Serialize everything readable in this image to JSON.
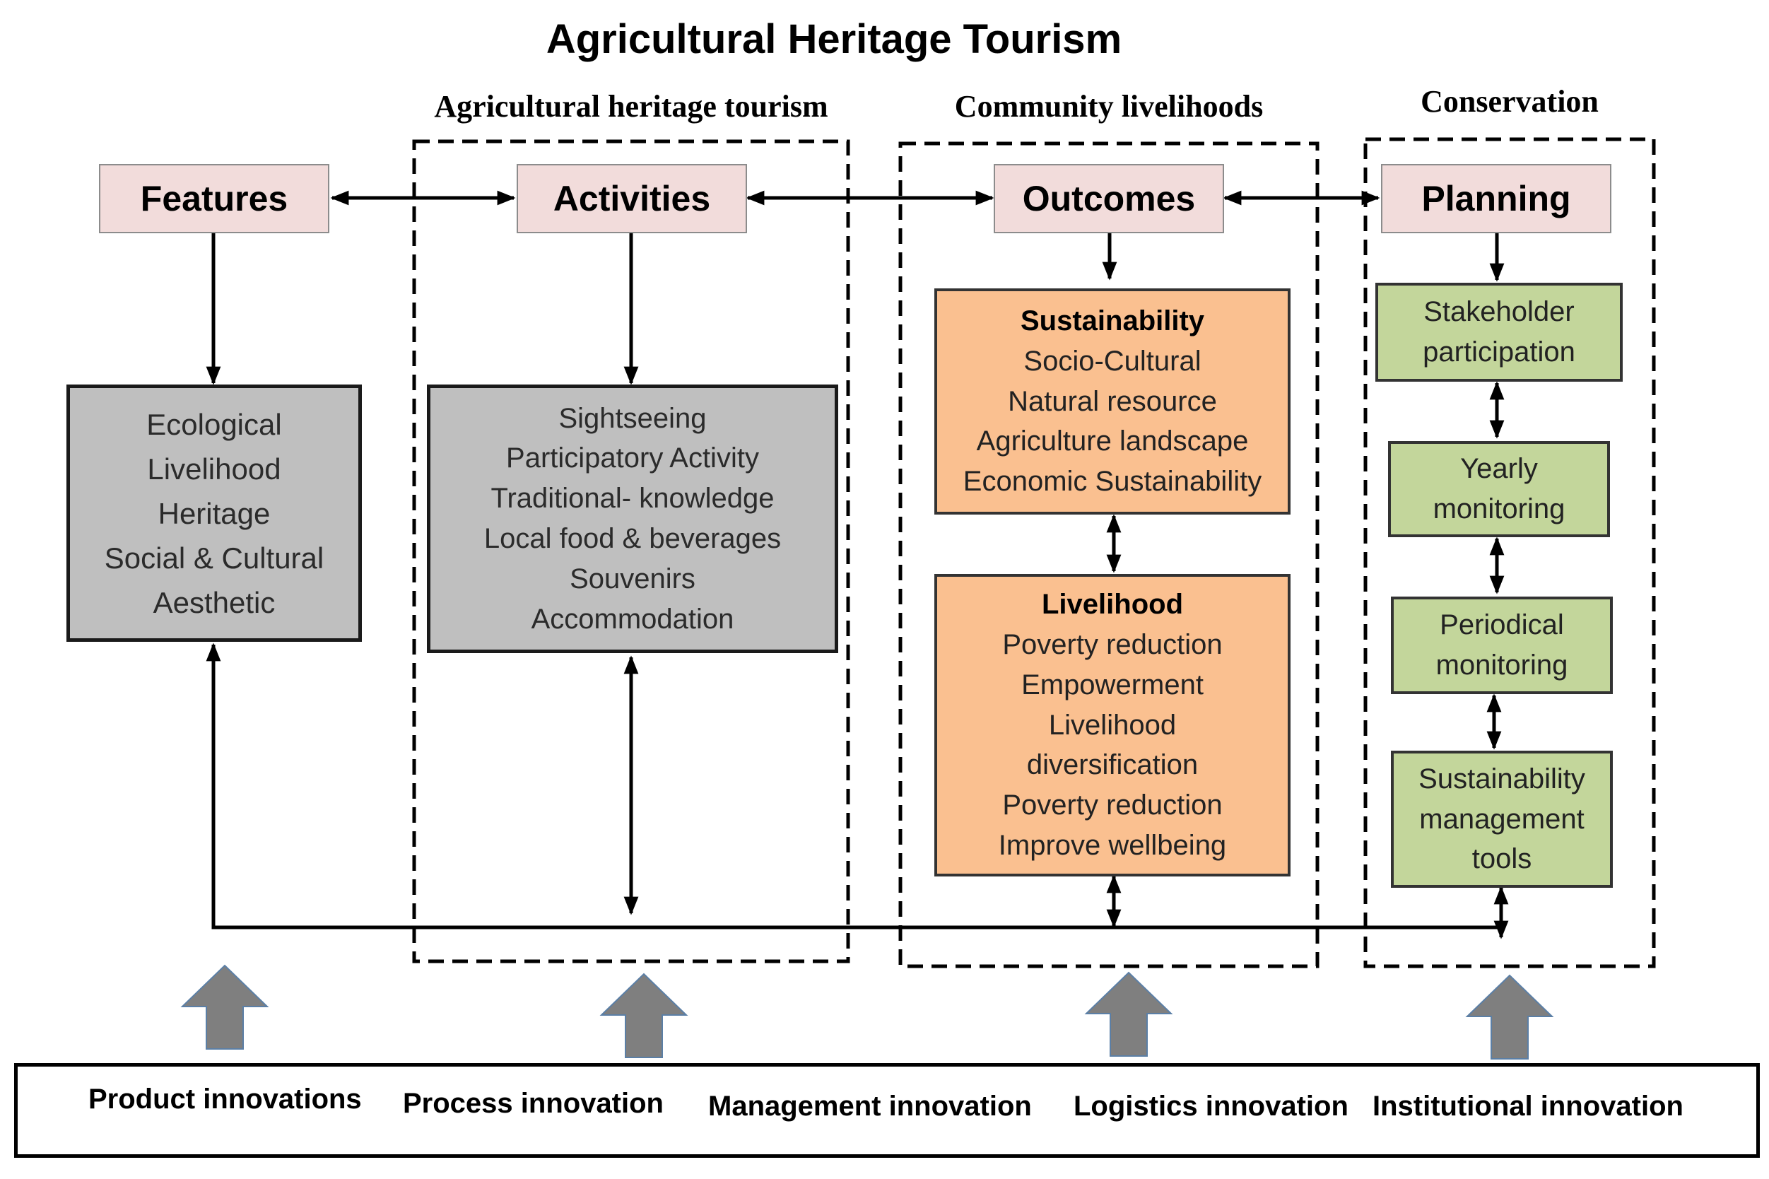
{
  "title": "Agricultural  Heritage Tourism",
  "groups": {
    "tourism": "Agricultural heritage tourism",
    "livelihoods": "Community livelihoods",
    "conservation": "Conservation"
  },
  "headers": {
    "features": "Features",
    "activities": "Activities",
    "outcomes": "Outcomes",
    "planning": "Planning"
  },
  "features_list": [
    "Ecological",
    "Livelihood",
    "Heritage",
    "Social & Cultural",
    "Aesthetic"
  ],
  "activities_list": [
    "Sightseeing",
    "Participatory Activity",
    "Traditional- knowledge",
    "Local food & beverages",
    "Souvenirs",
    "Accommodation"
  ],
  "sustainability": {
    "heading": "Sustainability",
    "items": [
      "Socio-Cultural",
      "Natural resource",
      "Agriculture landscape",
      "Economic Sustainability"
    ]
  },
  "livelihood": {
    "heading": "Livelihood",
    "items": [
      "Poverty reduction",
      "Empowerment",
      "Livelihood",
      "diversification",
      "Poverty reduction",
      "Improve wellbeing"
    ]
  },
  "planning_steps": [
    [
      "Stakeholder",
      "participation"
    ],
    [
      "Yearly",
      "monitoring"
    ],
    [
      "Periodical",
      "monitoring"
    ],
    [
      "Sustainability",
      "management",
      "tools"
    ]
  ],
  "innovations": [
    "Product innovations",
    "Process innovation",
    "Management innovation",
    "Logistics innovation",
    "Institutional innovation"
  ],
  "colors": {
    "header_fill": "#f2dcdb",
    "gray_fill": "#bfbfbf",
    "orange_fill": "#fac090",
    "green_fill": "#c3d69b",
    "big_arrow": "#7f7f7f"
  }
}
